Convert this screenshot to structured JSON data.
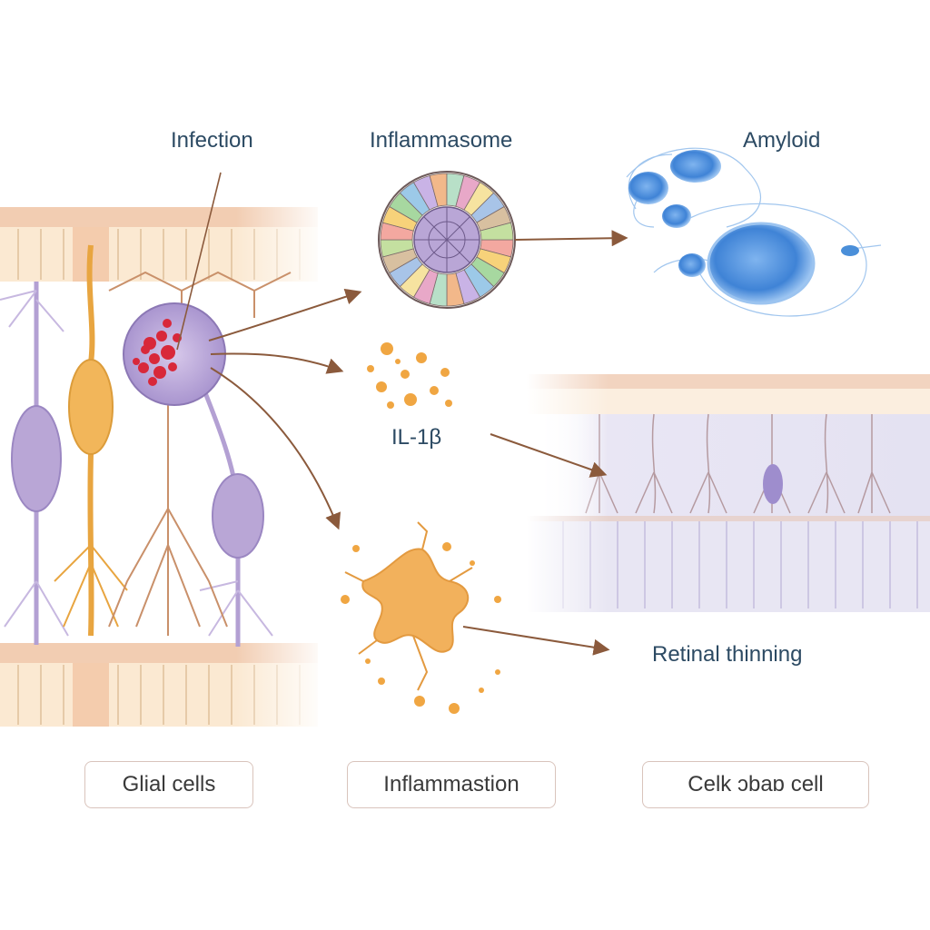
{
  "labels": {
    "infection": "Infection",
    "inflammasome": "Inflammasome",
    "amyloid": "Amyloid",
    "il1b": "IL-1β",
    "retinal_thinning": "Retinal thinning"
  },
  "buttons": {
    "glial_cells": "Glial cells",
    "inflammation": "Inflammastion",
    "cell": "Celk ɔbaɒ cell"
  },
  "colors": {
    "membrane": "#f0cfb6",
    "neuron_purple": "#b9a6d6",
    "neuron_orange": "#f2b65a",
    "arrow": "#8b5a3c",
    "amyloid_blue": "#4a8fd9",
    "label_text": "#2c4a63"
  }
}
